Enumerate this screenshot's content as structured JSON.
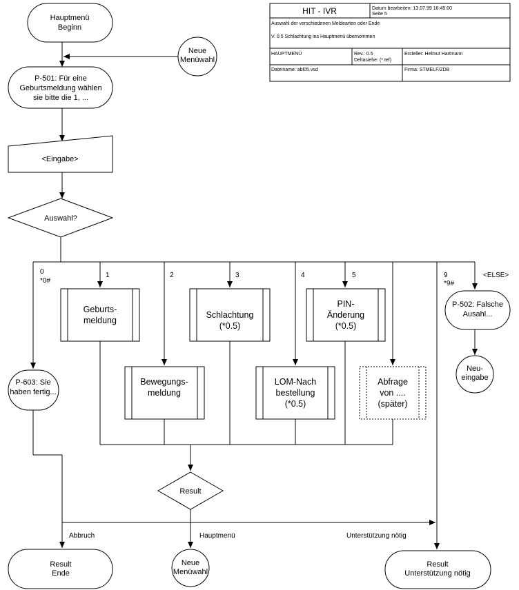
{
  "header": {
    "title": "HIT - IVR",
    "datum": "Datum bearbeiten: 13.07.99 16:45:00",
    "seite": "Seite 5",
    "beschreibung_1": "Auswahl der verschiedenen Meldearten oder Ende",
    "beschreibung_2": "V. 0.5 Schlachtung ins Hauptmenü übernommen",
    "menu": "HAUPTMENÜ",
    "rev": "Rev.: 0.5",
    "deltasiehe": "Deltasiehe: (*.tef)",
    "ersteller": "Ersteller: Helmut Hartmann",
    "dateiname": "Dateiname: abl05.vsd",
    "firma": "Firma: STMELF/ZDB"
  },
  "nodes": {
    "start": [
      "Hauptmenü",
      "Beginn"
    ],
    "neue_wahl_top": [
      "Neue",
      "Menüwahl"
    ],
    "p501": [
      "P-501: Für eine",
      "Geburtsmeldung  wählen",
      "sie bitte die 1, ..."
    ],
    "eingabe": "<Eingabe>",
    "auswahl": "Auswahl?",
    "geburt": [
      "Geburts-",
      "meldung"
    ],
    "bewegung": [
      "Bewegungs-",
      "meldung"
    ],
    "schlacht": [
      "Schlachtung",
      "(*0.5)"
    ],
    "lom": [
      "LOM-Nach",
      "bestellung",
      "(*0.5)"
    ],
    "pin": [
      "PIN-",
      "Änderung",
      "(*0.5)"
    ],
    "abfrage": [
      "Abfrage",
      "von ....",
      "(später)"
    ],
    "p603": [
      "P-603: Sie",
      "haben fertig..."
    ],
    "p502": [
      "P-502: Falsche",
      "Ausahl..."
    ],
    "neueingabe": [
      "Neu-",
      "eingabe"
    ],
    "result_mid": "Result",
    "result_ende": [
      "Result",
      "Ende"
    ],
    "neue_wahl_bottom": [
      "Neue",
      "Menüwahl"
    ],
    "result_support": [
      "Result",
      "Unterstützung nötig"
    ]
  },
  "branch_labels": {
    "b0": [
      "0",
      "*0#"
    ],
    "b1": "1",
    "b2": "2",
    "b3": "3",
    "b4": "4",
    "b5": "5",
    "b9": [
      "9",
      "*9#"
    ],
    "belse": "<ELSE>"
  },
  "edge_labels": {
    "abbruch": "Abbruch",
    "hauptmenu": "Hauptmenü",
    "support": "Unterstützung nötig"
  }
}
